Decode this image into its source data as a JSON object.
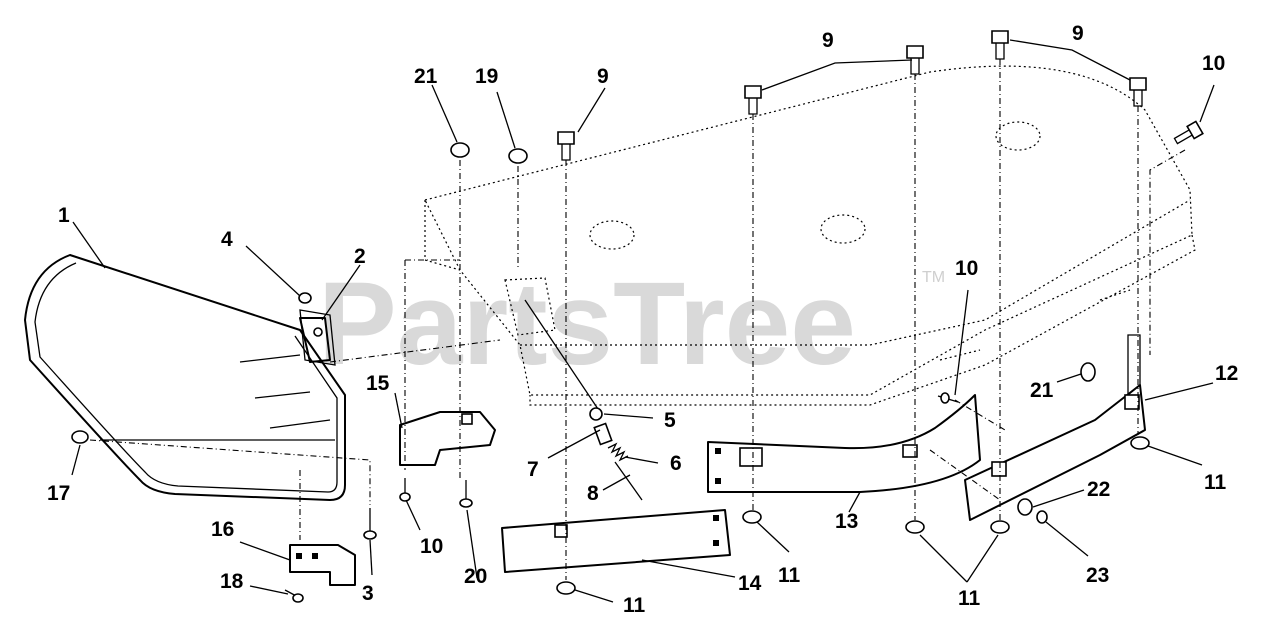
{
  "watermark": {
    "text": "PartsTree",
    "trademark": "TM"
  },
  "callouts": [
    {
      "id": "c1",
      "label": "1"
    },
    {
      "id": "c2",
      "label": "2"
    },
    {
      "id": "c3",
      "label": "3"
    },
    {
      "id": "c4",
      "label": "4"
    },
    {
      "id": "c5",
      "label": "5"
    },
    {
      "id": "c6",
      "label": "6"
    },
    {
      "id": "c7",
      "label": "7"
    },
    {
      "id": "c8",
      "label": "8"
    },
    {
      "id": "c9a",
      "label": "9"
    },
    {
      "id": "c9b",
      "label": "9"
    },
    {
      "id": "c9c",
      "label": "9"
    },
    {
      "id": "c10a",
      "label": "10"
    },
    {
      "id": "c10b",
      "label": "10"
    },
    {
      "id": "c10c",
      "label": "10"
    },
    {
      "id": "c11a",
      "label": "11"
    },
    {
      "id": "c11b",
      "label": "11"
    },
    {
      "id": "c11c",
      "label": "11"
    },
    {
      "id": "c11d",
      "label": "11"
    },
    {
      "id": "c12",
      "label": "12"
    },
    {
      "id": "c13",
      "label": "13"
    },
    {
      "id": "c14",
      "label": "14"
    },
    {
      "id": "c15",
      "label": "15"
    },
    {
      "id": "c16",
      "label": "16"
    },
    {
      "id": "c17",
      "label": "17"
    },
    {
      "id": "c18",
      "label": "18"
    },
    {
      "id": "c19",
      "label": "19"
    },
    {
      "id": "c20",
      "label": "20"
    },
    {
      "id": "c21a",
      "label": "21"
    },
    {
      "id": "c21b",
      "label": "21"
    },
    {
      "id": "c22",
      "label": "22"
    },
    {
      "id": "c23",
      "label": "23"
    }
  ]
}
